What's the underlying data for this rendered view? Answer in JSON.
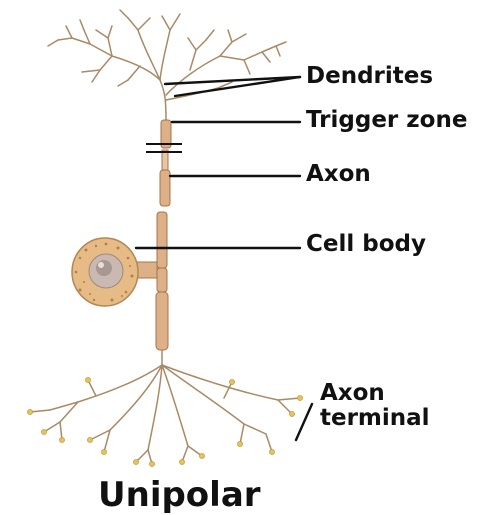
{
  "labels": {
    "dendrites": "Dendrites",
    "trigger_zone": "Trigger zone",
    "axon": "Axon",
    "cell_body": "Cell body",
    "axon_terminal_line1": "Axon",
    "axon_terminal_line2": "terminal"
  },
  "bottom_caption": "Unipolar",
  "colors": {
    "neurite": "#a98a66",
    "axon_fill": "#ddb088",
    "axon_stroke": "#a4744c",
    "soma_fill": "#e7bb85",
    "nucleus": "#c9b9b1",
    "leader_line": "#111111",
    "terminal_bulb": "#e6c25a"
  }
}
